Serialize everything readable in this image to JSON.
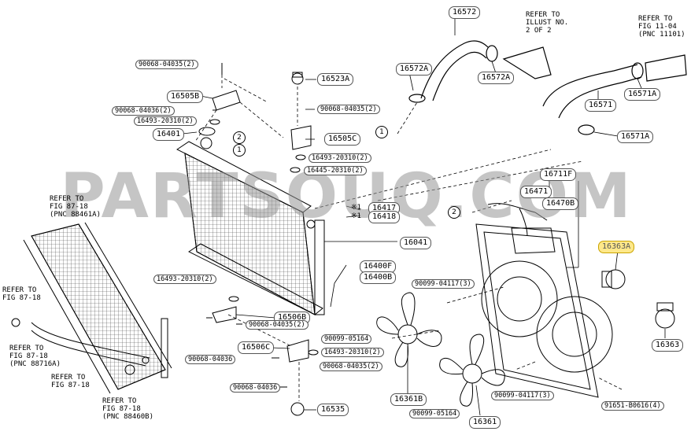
{
  "watermark": "PARTSOUQ.COM",
  "parts": {
    "p16572": "16572",
    "p16572a_l": "16572A",
    "p16572a_r": "16572A",
    "p16571": "16571",
    "p16571a_t": "16571A",
    "p16571a_b": "16571A",
    "p16523a": "16523A",
    "p16505b": "16505B",
    "p16505c": "16505C",
    "p16401": "16401",
    "p16417": "16417",
    "p16418": "16418",
    "p16041": "16041",
    "p16400f": "16400F",
    "p16400b": "16400B",
    "p16711f": "16711F",
    "p16471": "16471",
    "p16470b": "16470B",
    "p16363a": "16363A",
    "p16363": "16363",
    "p16506b": "16506B",
    "p16506c": "16506C",
    "p16535": "16535",
    "p16361b": "16361B",
    "p16361": "16361"
  },
  "small_parts": {
    "b1": "90068-04035(2)",
    "b2": "90068-04036(2)",
    "b3": "16493-20310(2)",
    "b4": "90068-04035(2)",
    "b5": "16493-20310(2)",
    "b6": "16445-20310(2)",
    "b7": "16493-20310(2)",
    "b8": "90068-04035(2)",
    "b9": "90068-04036",
    "b10": "16493-20310(2)",
    "b11": "90068-04035(2)",
    "b12": "90068-04036",
    "b13": "90099-04117(3)",
    "b14": "90099-05164",
    "b15": "90099-05164",
    "b16": "90099-04117(3)",
    "b17": "91651-B0616(4)"
  },
  "marks": {
    "m1": "※1",
    "m2": "※1"
  },
  "refs": {
    "r1": [
      "REFER TO",
      "ILLUST NO.",
      "2 OF 2"
    ],
    "r2": [
      "REFER TO",
      "FIG 11-04",
      "(PNC 11101)"
    ],
    "r3": [
      "REFER TO",
      "FIG 87-18",
      "(PNC 88461A)"
    ],
    "r4": [
      "REFER TO",
      "FIG 87-18"
    ],
    "r5": [
      "REFER TO",
      "FIG 87-18",
      "(PNC 88716A)"
    ],
    "r6": [
      "REFER TO",
      "FIG 87-18"
    ],
    "r7": [
      "REFER TO",
      "FIG 87-18",
      "(PNC 88460B)"
    ]
  },
  "callouts": {
    "c1a": "1",
    "c2a": "2",
    "c1b": "1",
    "c2b": "2"
  }
}
